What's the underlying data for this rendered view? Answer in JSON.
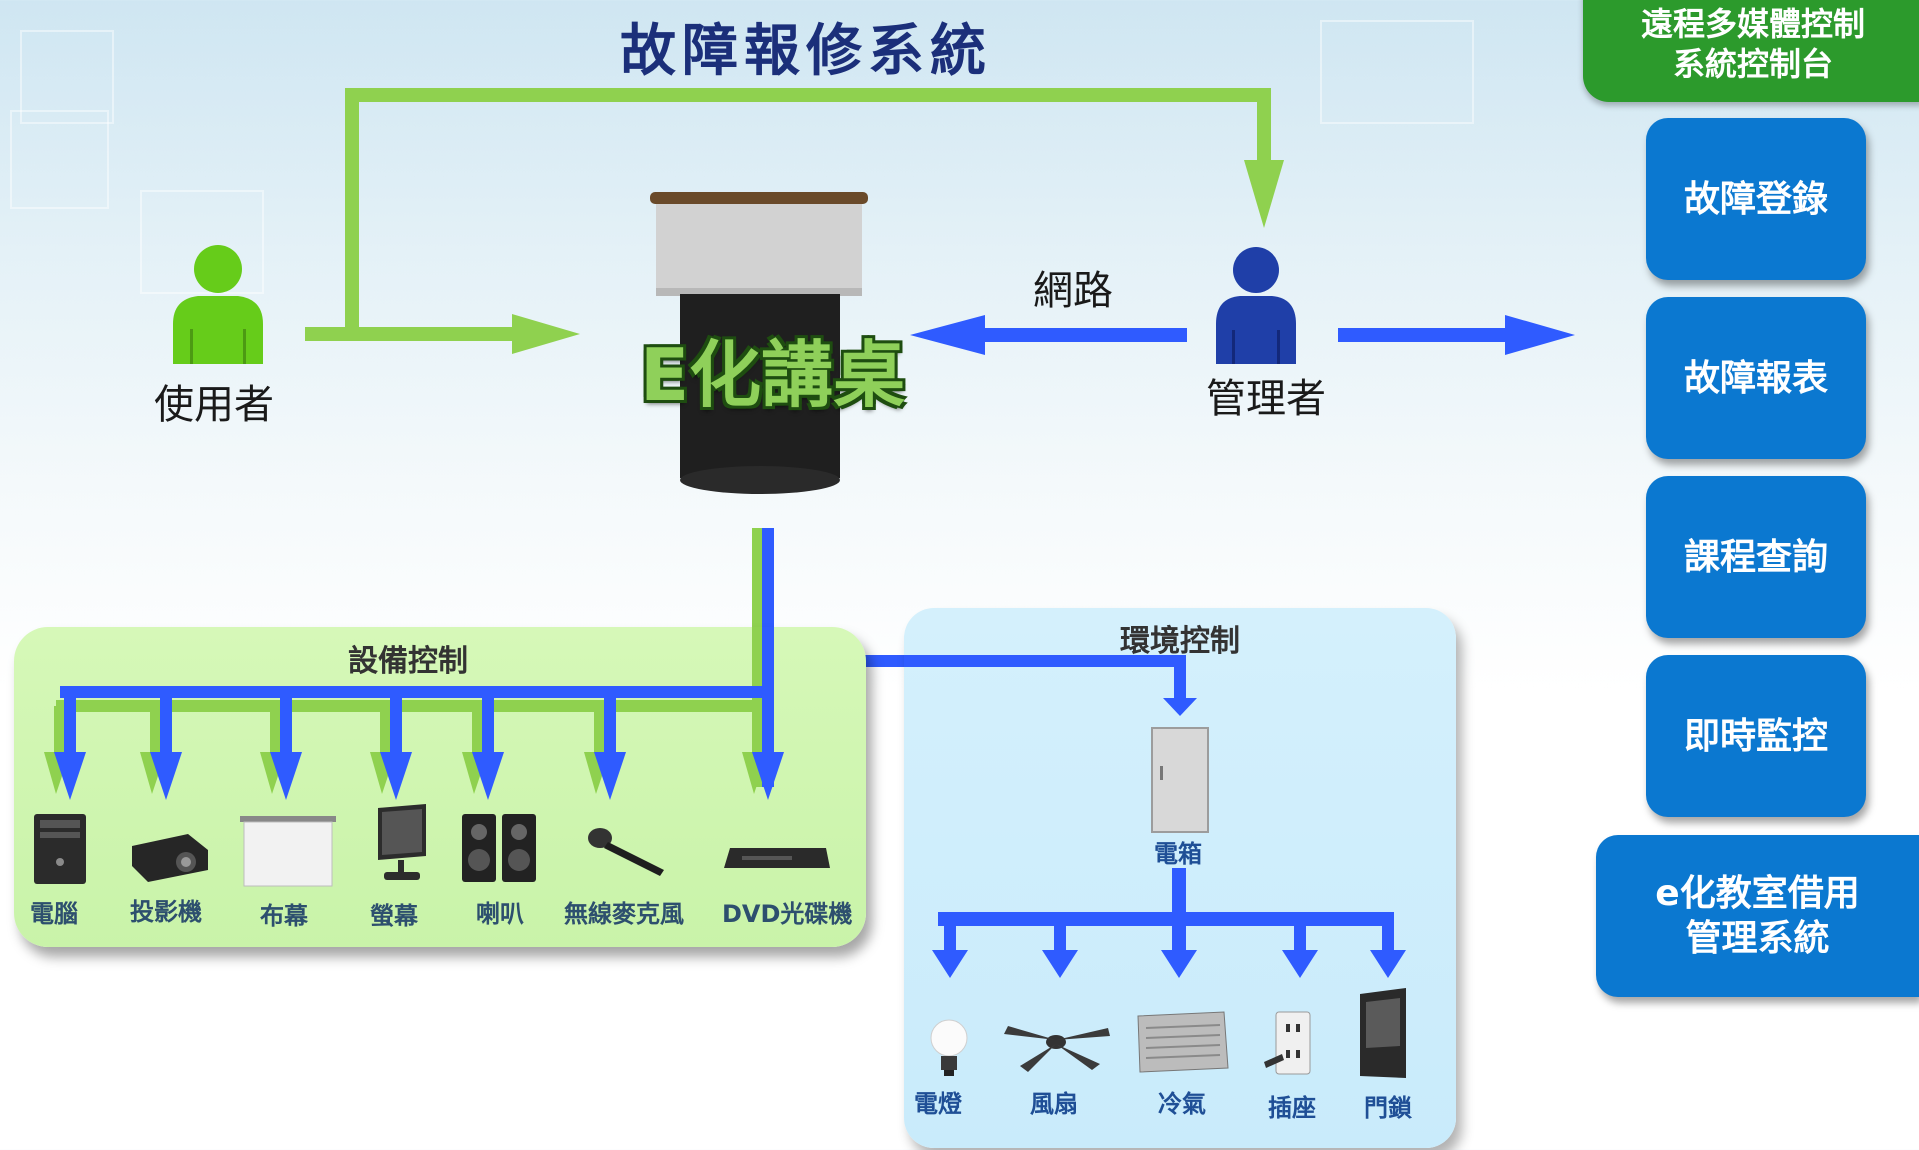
{
  "title": "故障報修系統",
  "user_label": "使用者",
  "admin_label": "管理者",
  "network_label": "網路",
  "podium_label": "E化講桌",
  "equipment_panel": {
    "title": "設備控制",
    "items": [
      "電腦",
      "投影機",
      "布幕",
      "螢幕",
      "喇叭",
      "無線麥克風",
      "DVD光碟機"
    ]
  },
  "environment_panel": {
    "title": "環境控制",
    "box_label": "電箱",
    "items": [
      "電燈",
      "風扇",
      "冷氣",
      "插座",
      "門鎖"
    ]
  },
  "menu": {
    "header": "遠程多媒體控制\n系統控制台",
    "buttons": [
      "故障登錄",
      "故障報表",
      "課程查詢",
      "即時監控"
    ],
    "bottom_button": "e化教室借用\n管理系統"
  },
  "colors": {
    "green_arrow": "#8fd14f",
    "blue_arrow": "#2f5bff",
    "user_green": "#66cc1a",
    "admin_blue": "#1f3fa8",
    "menu_blue": "#0b78d0",
    "menu_green": "#2c9a2c",
    "title_navy": "#1b2f7a"
  },
  "icons": {
    "equipment": [
      "computer-tower-icon",
      "projector-icon",
      "projection-screen-icon",
      "monitor-icon",
      "speakers-icon",
      "microphone-icon",
      "dvd-player-icon"
    ],
    "environment": [
      "light-bulb-icon",
      "ceiling-fan-icon",
      "air-conditioner-icon",
      "power-outlet-icon",
      "door-lock-icon"
    ]
  }
}
